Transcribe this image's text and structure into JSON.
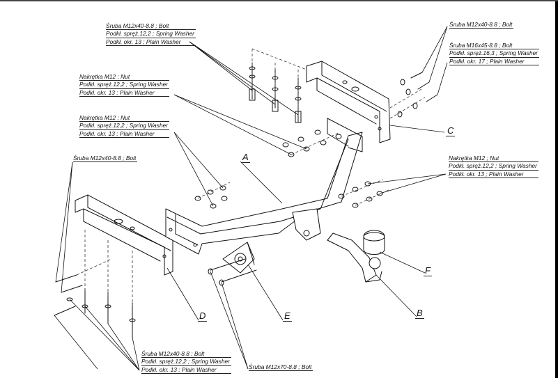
{
  "callouts": {
    "top_left": [
      "Śruba M12x40-8.8 ; Bolt",
      "Podkł. spręż.12,2 ; Spring Washer",
      "Podkł. okr. 13 ; Plain Washer"
    ],
    "top_right_bolt": [
      "Śruba M12x40-8.8 ; Bolt"
    ],
    "top_right_m16": [
      "Śruba M16x45-8.8 ; Bolt",
      "Podkł. spręż.16,3 ; Spring Washer",
      "Podkł. okr. 17 ; Plain Washer"
    ],
    "nut_upper": [
      "Nakrętka M12 ; Nut",
      "Podkł. spręż.12,2 ; Spring Washer",
      "Podkł. okr. 13 ; Plain Washer"
    ],
    "nut_middle": [
      "Nakrętka M12 ; Nut",
      "Podkł. spręż.12,2 ; Spring Washer",
      "Podkł. okr. 13 ; Plain Washer"
    ],
    "nut_right": [
      "Nakrętka M12 ; Nut",
      "Podkł. spręż.12,2 ; Spring Washer",
      "Podkł. okr. 13 ; Plain Washer"
    ],
    "left_bolt": [
      "Śruba M12x40-8.8 ; Bolt"
    ],
    "bottom_bolt": [
      "Śruba M12x40-8.8 ; Bolt",
      "Podkł. spręż.12,2 ; Spring Washer",
      "Podkł. okr. 13 ; Plain Washer"
    ],
    "bottom_m12x70": [
      "Śruba M12x70-8.8 ; Bolt"
    ]
  },
  "letters": {
    "A": "A",
    "B": "B",
    "C": "C",
    "D": "D",
    "E": "E",
    "F": "F"
  }
}
